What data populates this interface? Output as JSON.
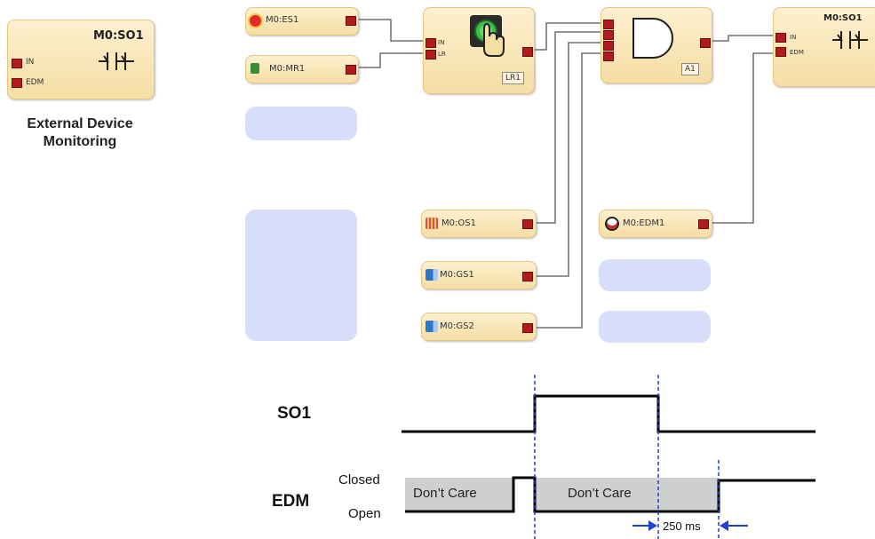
{
  "legend_block": {
    "title": "M0:SO1",
    "in_label": "IN",
    "edm_label": "EDM",
    "caption_line1": "External Device",
    "caption_line2": "Monitoring"
  },
  "inputs": {
    "es1": "M0:ES1",
    "mr1": "M0:MR1",
    "os1": "M0:OS1",
    "gs1": "M0:GS1",
    "gs2": "M0:GS2",
    "edm1": "M0:EDM1"
  },
  "reset_block": {
    "in_label": "IN",
    "lr_label": "LR",
    "tag": "LR1"
  },
  "and_block": {
    "tag": "A1"
  },
  "output_block": {
    "title": "M0:SO1",
    "in_label": "IN",
    "edm_label": "EDM"
  },
  "timing": {
    "so1_label": "SO1",
    "edm_label": "EDM",
    "closed_label": "Closed",
    "open_label": "Open",
    "dont_care_1": "Don’t Care",
    "dont_care_2": "Don’t Care",
    "delay_label": "250 ms"
  },
  "colors": {
    "block_fill": "#f5dea4",
    "pin": "#b11b1b",
    "placeholder": "#d6defa",
    "marker": "#1f3fd6",
    "dont_care_fill": "#cfcfcf"
  }
}
